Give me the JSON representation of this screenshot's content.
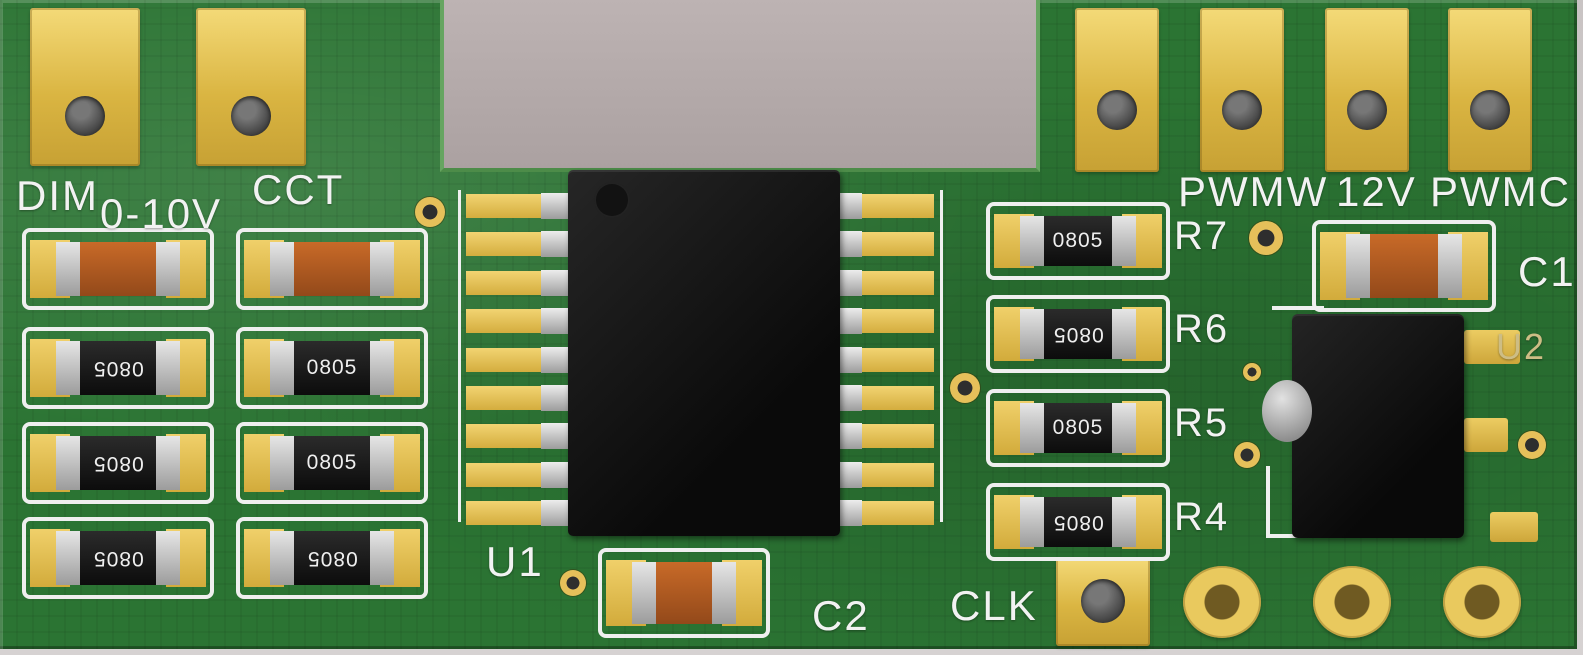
{
  "labels": {
    "dim": "DIM",
    "range_0_10v": "0-10V",
    "cct": "CCT",
    "u1": "U1",
    "c2": "C2",
    "clk": "CLK",
    "c1": "C1",
    "u2": "U2",
    "pwmw": "PWMW",
    "v12": "12V",
    "pwmc": "PWMC"
  },
  "resistors": {
    "r7": "R7",
    "r6": "R6",
    "r5": "R5",
    "r4": "R4"
  },
  "chip_marking": "0805",
  "colors": {
    "board_green": "#2b7433",
    "pad_gold": "#e3bd4e",
    "silkscreen_white": "#f2f2f2",
    "component_black": "#141414",
    "component_orange": "#b55a20",
    "background_grey": "#b3aaaa"
  }
}
